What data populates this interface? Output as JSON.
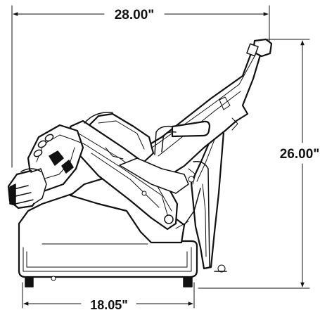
{
  "dimensions": {
    "overall_width": "28.00\"",
    "overall_height": "26.00\"",
    "base_width": "18.05\""
  }
}
